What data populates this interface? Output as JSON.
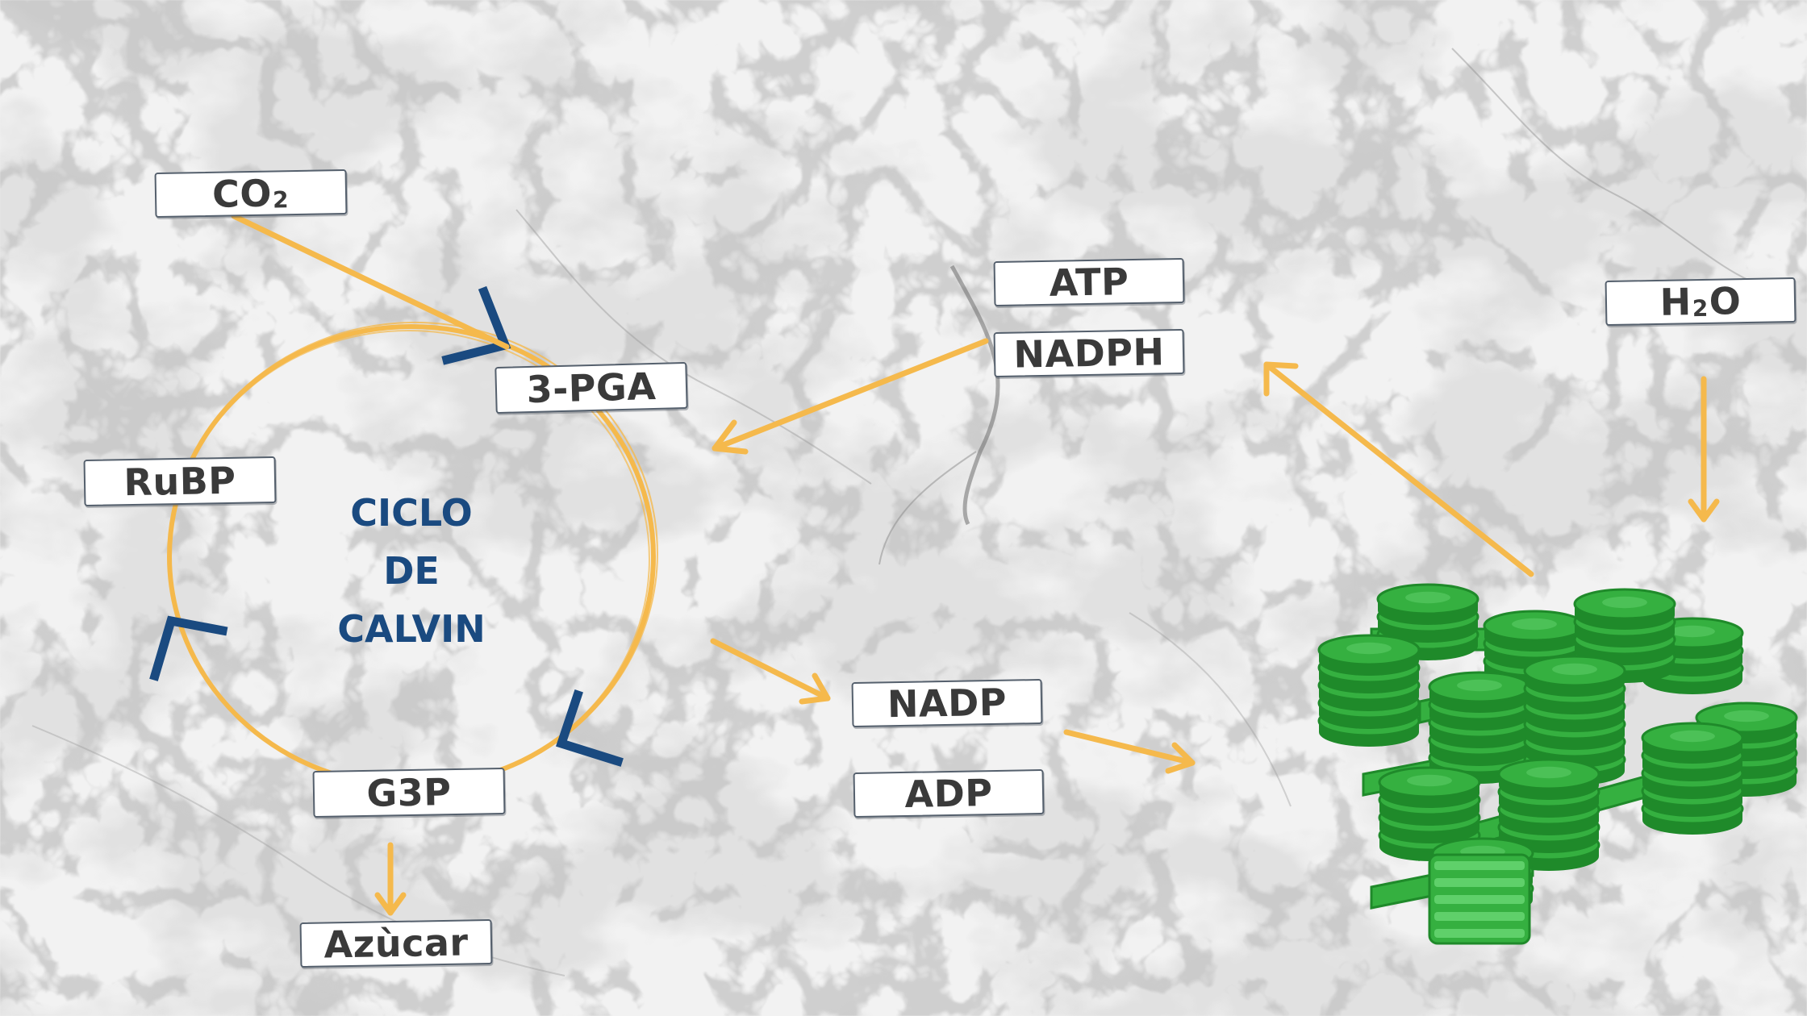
{
  "labels": {
    "co2": {
      "main": "CO",
      "sub": "2"
    },
    "pga": "3-PGA",
    "rubp": "RuBP",
    "g3p": "G3P",
    "sugar": "Azùcar",
    "atp": "ATP",
    "nadph": "NADPH",
    "nadp": "NADP",
    "adp": "ADP",
    "water": {
      "pre": "H",
      "sub": "2",
      "post": "O"
    }
  },
  "cycle_title": [
    "CICLO",
    "DE",
    "CALVIN"
  ],
  "colors": {
    "arrow": "#f5b94c",
    "cycle_ring": "#f5b94c",
    "cycle_marker": "#1a4a80",
    "title_text": "#1a4a80",
    "label_text": "#3a3a3a",
    "label_border": "#55606d",
    "chloroplast_green": "#35b040",
    "chloroplast_dark": "#1f8a2a",
    "chloroplast_light": "#5fd06a"
  }
}
